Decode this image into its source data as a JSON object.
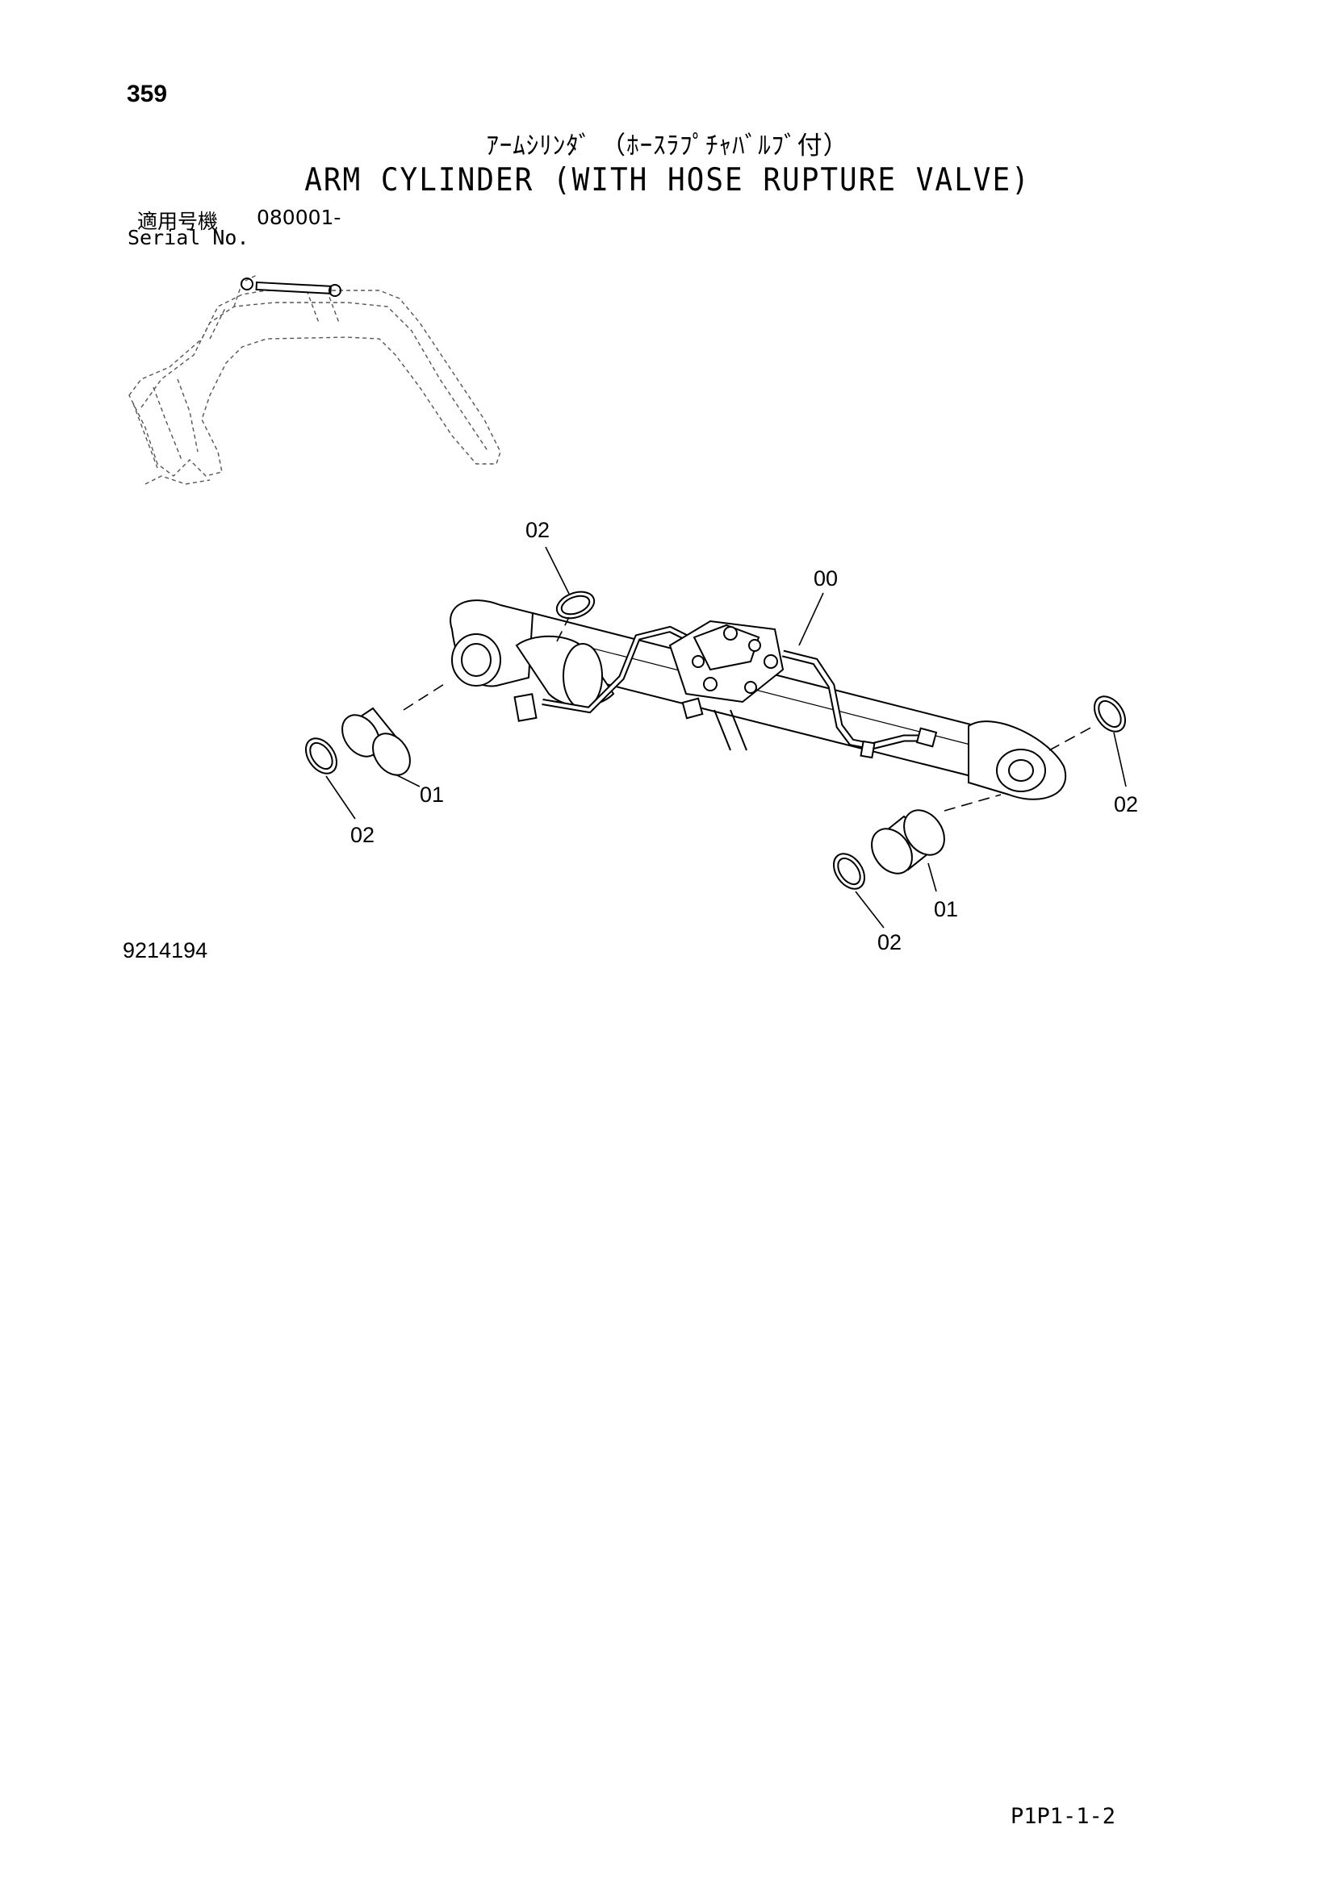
{
  "header": {
    "page_number": "359",
    "title_jp": "ｱｰﾑｼﾘﾝﾀﾞ （ﾎｰｽﾗﾌﾟﾁｬﾊﾞﾙﾌﾞ付）",
    "title_en": "ARM CYLINDER (WITH HOSE RUPTURE VALVE)",
    "serial_label_jp": "適用号機",
    "serial_value": "080001-",
    "serial_label_en": "Serial No."
  },
  "callouts": [
    {
      "id": "c-02-top",
      "label": "02"
    },
    {
      "id": "c-00",
      "label": "00"
    },
    {
      "id": "c-02-right",
      "label": "02"
    },
    {
      "id": "c-01-left",
      "label": "01"
    },
    {
      "id": "c-02-left",
      "label": "02"
    },
    {
      "id": "c-01-bottom",
      "label": "01"
    },
    {
      "id": "c-02-bottom",
      "label": "02"
    }
  ],
  "footer": {
    "figure_number": "9214194",
    "page_code": "P1P1-1-2"
  },
  "colors": {
    "line": "#000000",
    "background": "#ffffff"
  }
}
